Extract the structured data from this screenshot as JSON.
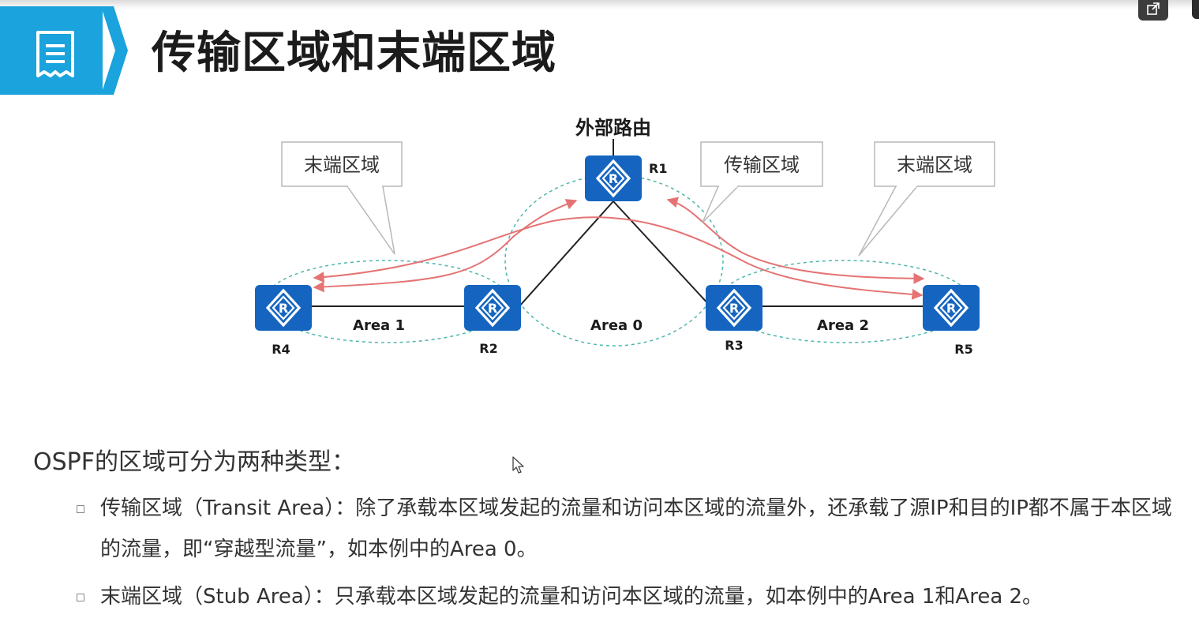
{
  "header": {
    "title": "传输区域和末端区域",
    "icon": "document-list-icon",
    "accent_color": "#1aa3dc"
  },
  "diagram": {
    "external_route_label": "外部路由",
    "routers": [
      {
        "label": "R1"
      },
      {
        "label": "R2"
      },
      {
        "label": "R3"
      },
      {
        "label": "R4"
      },
      {
        "label": "R5"
      }
    ],
    "areas": [
      {
        "label": "Area 0"
      },
      {
        "label": "Area 1"
      },
      {
        "label": "Area 2"
      }
    ],
    "callouts": {
      "stub_left": "末端区域",
      "transit": "传输区域",
      "stub_right": "末端区域"
    },
    "router_color": "#1565c0",
    "flow_arrow_color": "#e57373",
    "area_border_color": "#4db6ac"
  },
  "body": {
    "intro": "OSPF的区域可分为两种类型：",
    "bullets": [
      {
        "text": "传输区域（Transit Area）：除了承载本区域发起的流量和访问本区域的流量外，还承载了源IP和目的IP都不属于本区域的流量，即“穿越型流量”，如本例中的Area 0。"
      },
      {
        "text": "末端区域（Stub Area）：只承载本区域发起的流量和访问本区域的流量，如本例中的Area 1和Area 2。"
      }
    ]
  }
}
